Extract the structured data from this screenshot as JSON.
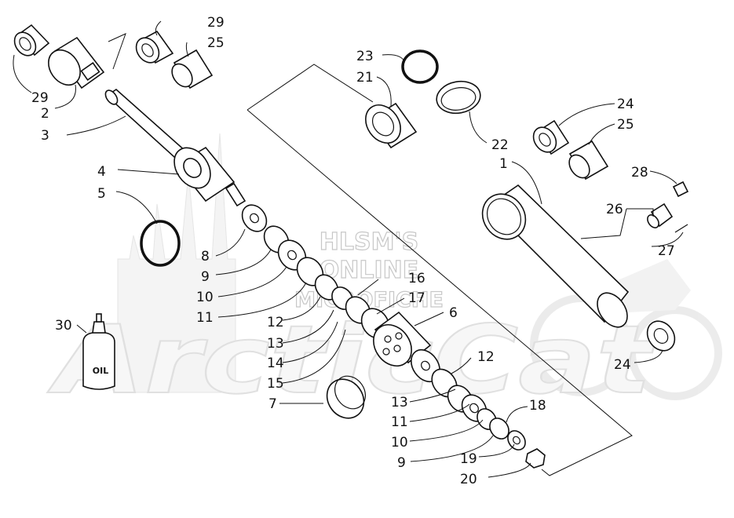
{
  "watermark": {
    "line1": "HLSM'S",
    "line2": "ONLINE",
    "line3": "MICROFICHE",
    "brand": "ArcticCat"
  },
  "labels": {
    "l29a": "29",
    "l25a": "25",
    "l29b": "29",
    "l2": "2",
    "l3": "3",
    "l4": "4",
    "l5": "5",
    "l8": "8",
    "l9a": "9",
    "l10a": "10",
    "l11a": "11",
    "l12a": "12",
    "l13a": "13",
    "l14": "14",
    "l15": "15",
    "l7": "7",
    "l16": "16",
    "l17": "17",
    "l6": "6",
    "l12b": "12",
    "l13b": "13",
    "l11b": "11",
    "l10b": "10",
    "l9b": "9",
    "l18": "18",
    "l19": "19",
    "l20": "20",
    "l23": "23",
    "l21": "21",
    "l22": "22",
    "l1": "1",
    "l24a": "24",
    "l25b": "25",
    "l28": "28",
    "l26": "26",
    "l27": "27",
    "l24b": "24",
    "l30": "30"
  },
  "oil_label": "OIL"
}
